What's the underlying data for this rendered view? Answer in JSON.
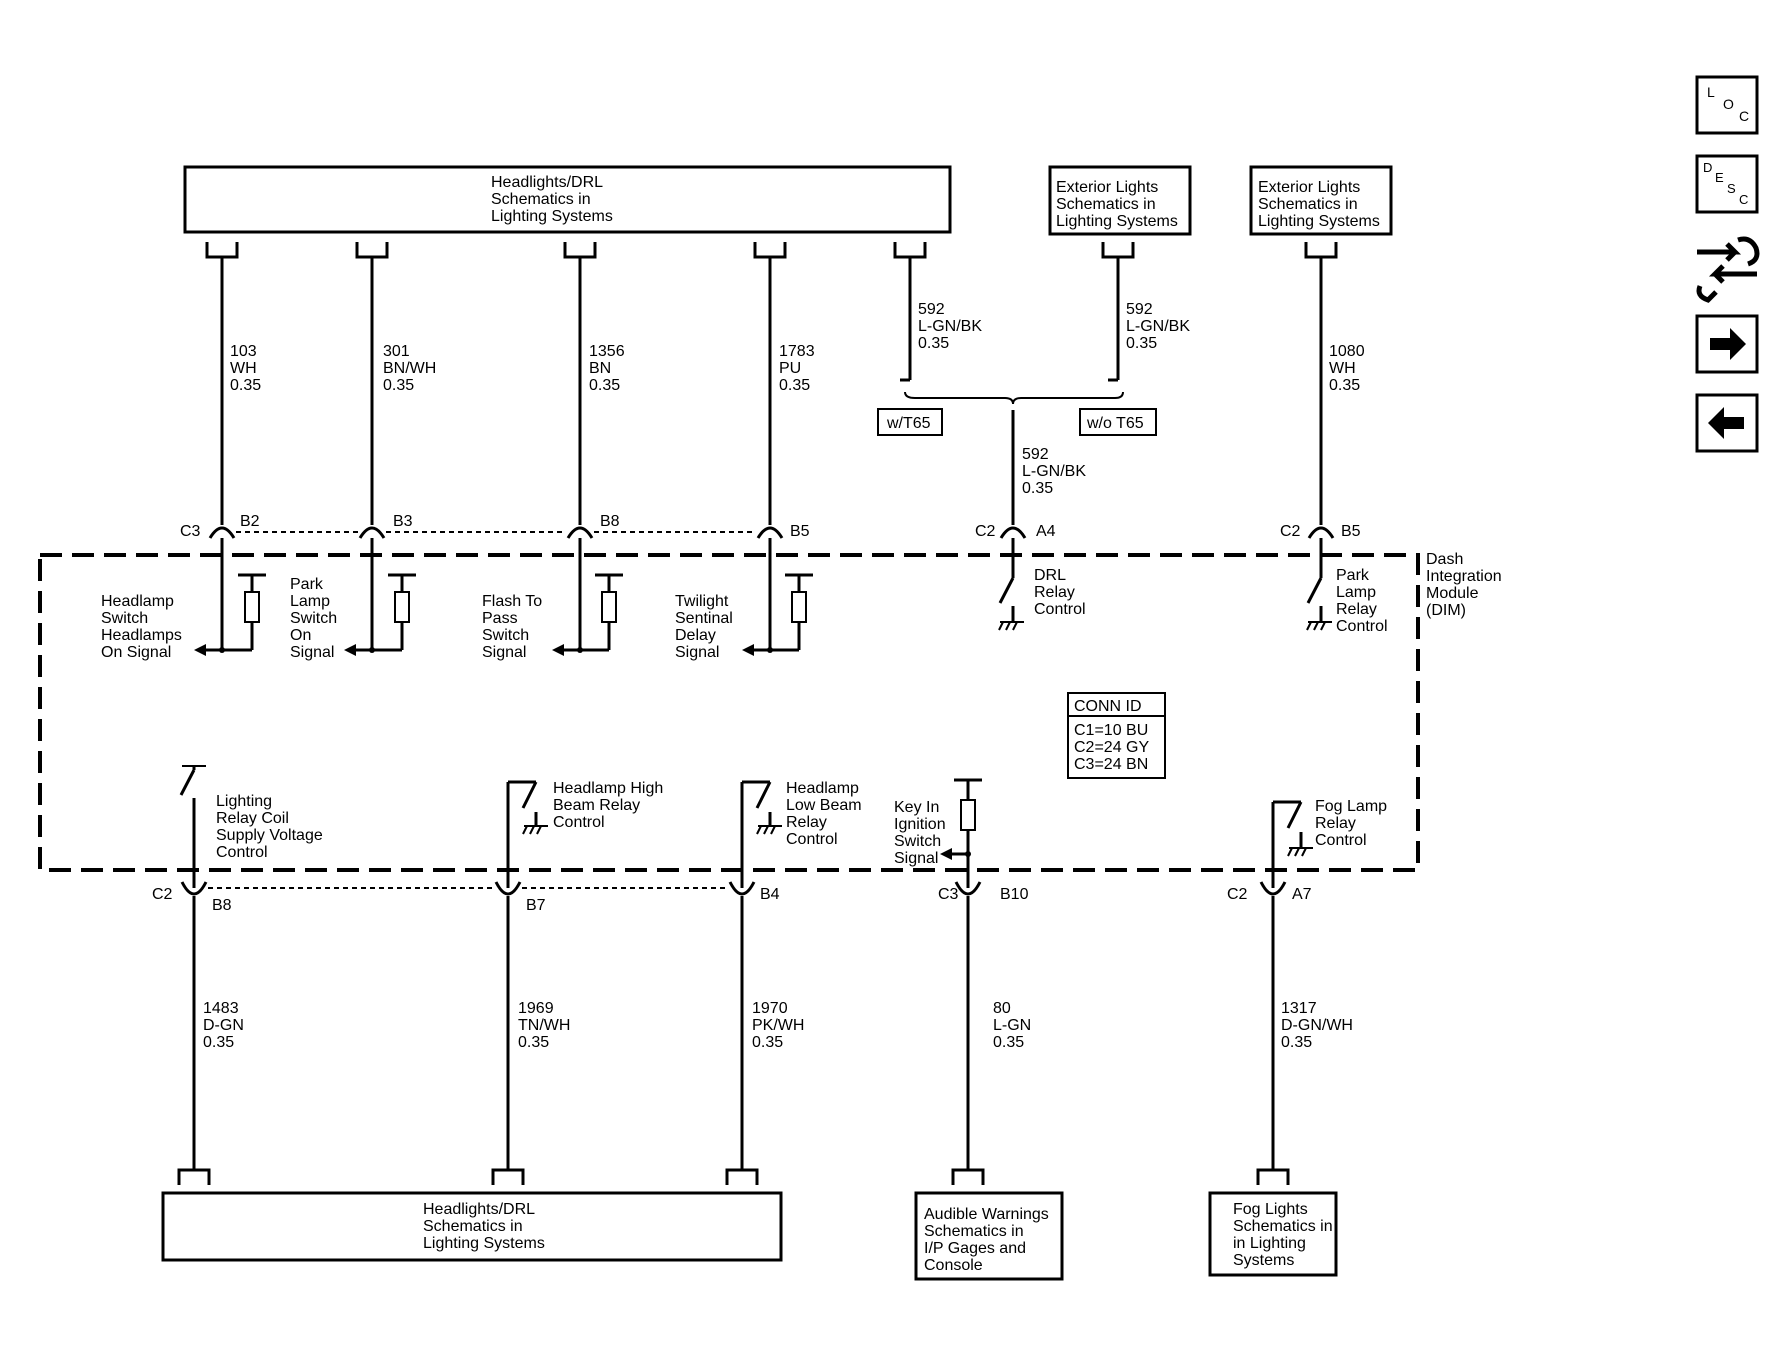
{
  "modules": {
    "top_headlights": [
      "Headlights/DRL",
      "Schematics in",
      "Lighting Systems"
    ],
    "top_exterior_a": [
      "Exterior Lights",
      "Schematics in",
      "Lighting Systems"
    ],
    "top_exterior_b": [
      "Exterior Lights",
      "Schematics in",
      "Lighting Systems"
    ],
    "bottom_headlights": [
      "Headlights/DRL",
      "Schematics in",
      "Lighting Systems"
    ],
    "bottom_audible": [
      "Audible Warnings",
      "Schematics in",
      "I/P Gages and",
      "Console"
    ],
    "bottom_fog": [
      "Fog Lights",
      "Schematics in",
      "in Lighting",
      "Systems"
    ]
  },
  "wires_top": [
    {
      "circuit": "103",
      "color": "WH",
      "gauge": "0.35"
    },
    {
      "circuit": "301",
      "color": "BN/WH",
      "gauge": "0.35"
    },
    {
      "circuit": "1356",
      "color": "BN",
      "gauge": "0.35"
    },
    {
      "circuit": "1783",
      "color": "PU",
      "gauge": "0.35"
    },
    {
      "circuit": "592",
      "color": "L-GN/BK",
      "gauge": "0.35"
    },
    {
      "circuit": "592",
      "color": "L-GN/BK",
      "gauge": "0.35"
    },
    {
      "circuit": "1080",
      "color": "WH",
      "gauge": "0.35"
    }
  ],
  "wire_merged": {
    "circuit": "592",
    "color": "L-GN/BK",
    "gauge": "0.35"
  },
  "options": {
    "with": "w/T65",
    "without": "w/o T65"
  },
  "wires_bottom": [
    {
      "circuit": "1483",
      "color": "D-GN",
      "gauge": "0.35"
    },
    {
      "circuit": "1969",
      "color": "TN/WH",
      "gauge": "0.35"
    },
    {
      "circuit": "1970",
      "color": "PK/WH",
      "gauge": "0.35"
    },
    {
      "circuit": "80",
      "color": "L-GN",
      "gauge": "0.35"
    },
    {
      "circuit": "1317",
      "color": "D-GN/WH",
      "gauge": "0.35"
    }
  ],
  "connectors_top": [
    {
      "conn": "C3",
      "pin": "B2"
    },
    {
      "pin": "B3"
    },
    {
      "pin": "B8"
    },
    {
      "pin": "B5"
    },
    {
      "conn": "C2",
      "pin": "A4"
    },
    {
      "conn": "C2",
      "pin": "B5"
    }
  ],
  "connectors_bottom": [
    {
      "conn": "C2",
      "pin": "B8"
    },
    {
      "pin": "B7"
    },
    {
      "pin": "B4"
    },
    {
      "conn": "C3",
      "pin": "B10"
    },
    {
      "conn": "C2",
      "pin": "A7"
    }
  ],
  "dim_label": [
    "Dash",
    "Integration",
    "Module",
    "(DIM)"
  ],
  "signals_top": [
    [
      "Headlamp",
      "Switch",
      "Headlamps",
      "On Signal"
    ],
    [
      "Park",
      "Lamp",
      "Switch",
      "On",
      "Signal"
    ],
    [
      "Flash To",
      "Pass",
      "Switch",
      "Signal"
    ],
    [
      "Twilight",
      "Sentinal",
      "Delay",
      "Signal"
    ],
    [
      "DRL",
      "Relay",
      "Control"
    ],
    [
      "Park",
      "Lamp",
      "Relay",
      "Control"
    ]
  ],
  "signals_bottom": [
    [
      "Lighting",
      "Relay Coil",
      "Supply Voltage",
      "Control"
    ],
    [
      "Headlamp High",
      "Beam Relay",
      "Control"
    ],
    [
      "Headlamp",
      "Low Beam",
      "Relay",
      "Control"
    ],
    [
      "Key In",
      "Ignition",
      "Switch",
      "Signal"
    ],
    [
      "Fog Lamp",
      "Relay",
      "Control"
    ]
  ],
  "conn_id": {
    "title": "CONN ID",
    "lines": [
      "C1=10 BU",
      "C2=24 GY",
      "C3=24 BN"
    ]
  },
  "nav": {
    "loc": [
      "L",
      "O",
      "C"
    ],
    "desc": [
      "D",
      "E",
      "S",
      "C"
    ],
    "icons": [
      "wrench-swap-icon",
      "arrow-right-icon",
      "arrow-left-icon"
    ]
  }
}
